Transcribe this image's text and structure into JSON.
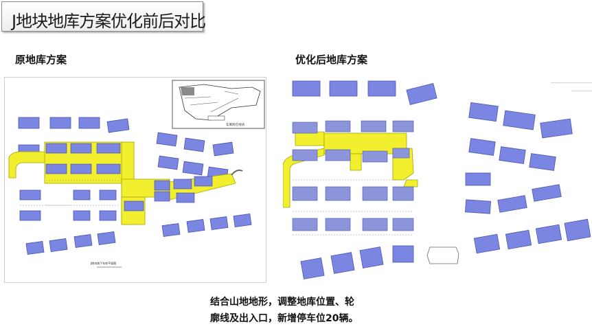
{
  "page": {
    "title": "J地块地库方案优化前后对比",
    "left_caption": "原地库方案",
    "right_caption": "优化后地库方案",
    "note_line1": "结合山地地形，调整地库位置、轮",
    "note_line2": "廓线及出入口，新增停车位20辆。"
  },
  "colors": {
    "building": "#7b86e2",
    "building_stroke": "#4a55b0",
    "garage": "#f2f02e",
    "garage_stroke": "#a8a300",
    "unit_blue": "#8c95d9",
    "grey_block": "#8a8a8a"
  },
  "left_plan": {
    "inset_label": "车库所在地块",
    "plan_label": "J地块地下车库平面图"
  }
}
